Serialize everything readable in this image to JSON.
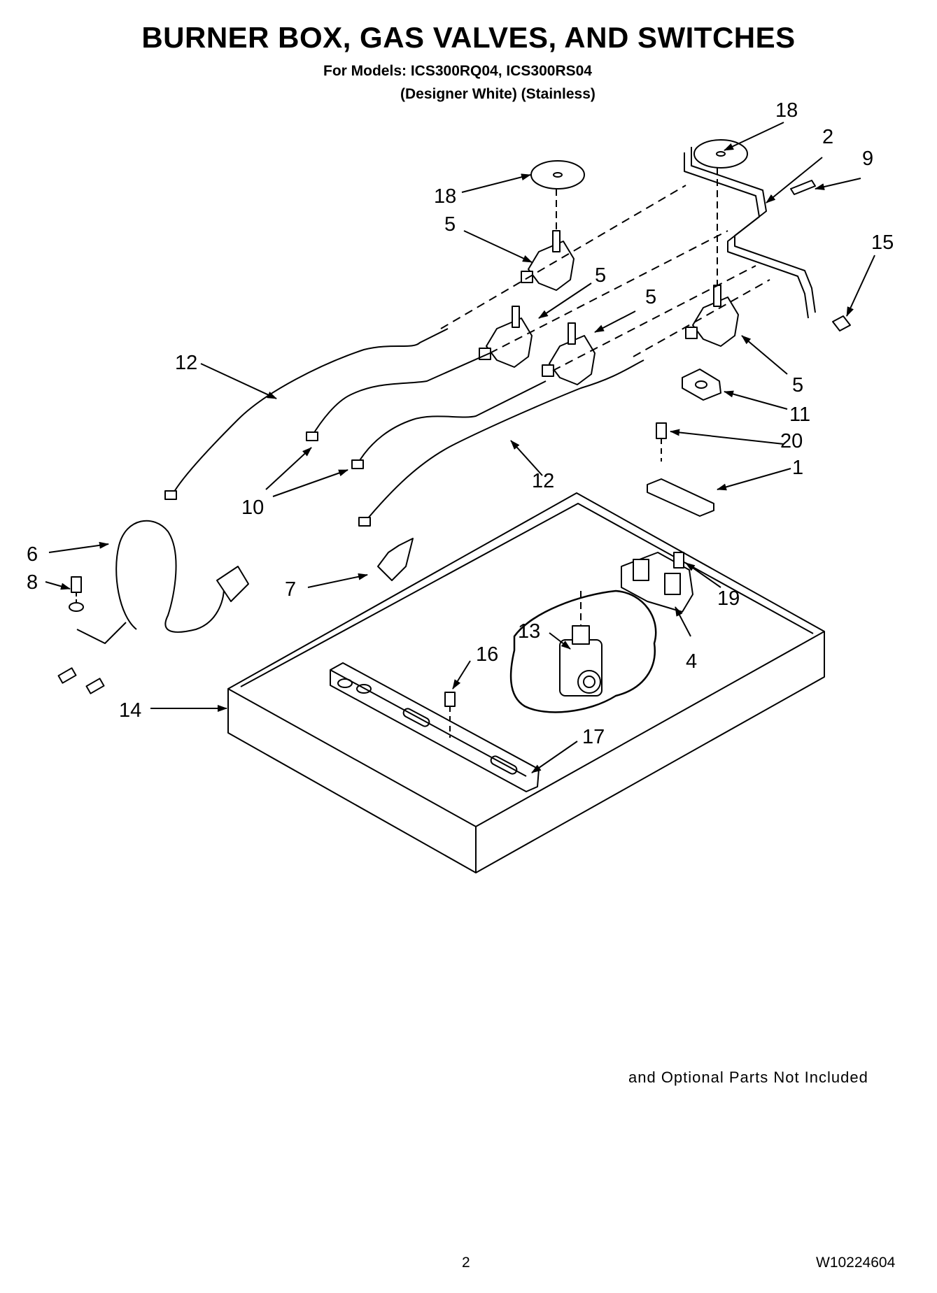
{
  "title": "BURNER BOX, GAS VALVES, AND SWITCHES",
  "models_line": "For Models: ICS300RQ04, ICS300RS04",
  "colors_line": "(Designer White) (Stainless)",
  "note": "and Optional Parts Not Included",
  "page_number": "2",
  "doc_number": "W10224604",
  "callouts": {
    "c1": "1",
    "c2": "2",
    "c4": "4",
    "c5a": "5",
    "c5b": "5",
    "c5c": "5",
    "c5d": "5",
    "c6": "6",
    "c7": "7",
    "c8": "8",
    "c9": "9",
    "c10": "10",
    "c11": "11",
    "c12a": "12",
    "c12b": "12",
    "c13": "13",
    "c14": "14",
    "c15": "15",
    "c16": "16",
    "c17": "17",
    "c18a": "18",
    "c18b": "18",
    "c19": "19",
    "c20": "20"
  }
}
